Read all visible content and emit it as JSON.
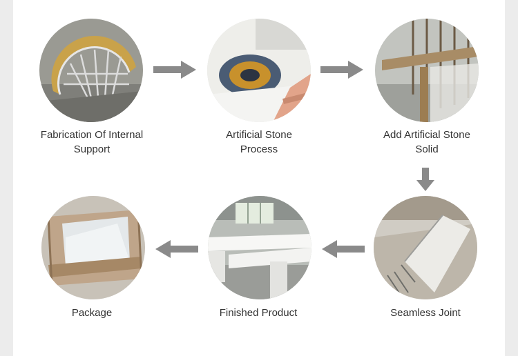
{
  "steps": [
    {
      "id": "fabrication",
      "label": "Fabrication Of Internal\nSupport",
      "photo_icon": "arched-metal-frame-photo"
    },
    {
      "id": "stone-process",
      "label": "Artificial Stone\nProcess",
      "photo_icon": "grinding-disc-photo"
    },
    {
      "id": "add-solid",
      "label": "Add Artificial Stone\nSolid",
      "photo_icon": "workshop-frame-photo"
    },
    {
      "id": "seamless-joint",
      "label": "Seamless Joint",
      "photo_icon": "stone-panel-photo"
    },
    {
      "id": "finished-product",
      "label": "Finished Product",
      "photo_icon": "white-counters-photo"
    },
    {
      "id": "package",
      "label": "Package",
      "photo_icon": "wooden-crate-photo"
    }
  ],
  "arrows": [
    {
      "from": "fabrication",
      "to": "stone-process",
      "direction": "right"
    },
    {
      "from": "stone-process",
      "to": "add-solid",
      "direction": "right"
    },
    {
      "from": "add-solid",
      "to": "seamless-joint",
      "direction": "down"
    },
    {
      "from": "seamless-joint",
      "to": "finished-product",
      "direction": "left"
    },
    {
      "from": "finished-product",
      "to": "package",
      "direction": "left"
    }
  ],
  "colors": {
    "arrow": "#8a8a8a",
    "label": "#333333",
    "background": "#ffffff",
    "border": "#ececec"
  }
}
